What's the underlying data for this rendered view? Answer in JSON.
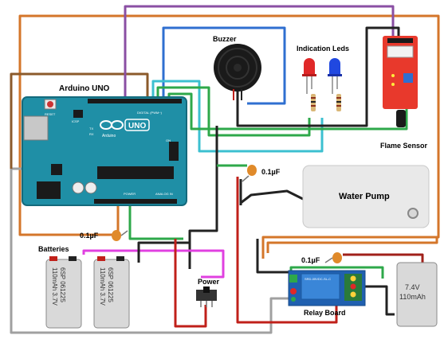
{
  "labels": {
    "arduino": "Arduino UNO",
    "buzzer": "Buzzer",
    "leds": "Indication Leds",
    "flame": "Flame Sensor",
    "pump": "Water Pump",
    "cap": "0.1µF",
    "batteries": "Batteries",
    "power": "Power",
    "relay": "Relay Board"
  },
  "board": {
    "logo_text": "UNO",
    "brand": "Arduino",
    "reset": "RESET",
    "icsp": "ICSP",
    "digital": "DIGITAL (PWM~)",
    "analog": "ANALOG IN",
    "power_hdr": "POWER",
    "tx": "TX",
    "rx": "RX",
    "on": "ON"
  },
  "batteries": [
    {
      "line1": "6SP 061225",
      "line2": "110mAh 3.7V"
    },
    {
      "line1": "6SP 061225",
      "line2": "110mAh 3.7V"
    }
  ],
  "battery_right": {
    "line1": "7.4V",
    "line2": "110mAh"
  },
  "relay_text": "SRD-05VDC-SL-C",
  "wire_colors": {
    "orange": "#d4762a",
    "purple": "#8a4fa3",
    "blue": "#2f6fd0",
    "cyan": "#3cc0d0",
    "green": "#2ea84a",
    "black": "#222222",
    "red": "#c0201a",
    "magenta": "#e040e0",
    "gray": "#a0a0a0",
    "brown": "#8b5a2b"
  }
}
